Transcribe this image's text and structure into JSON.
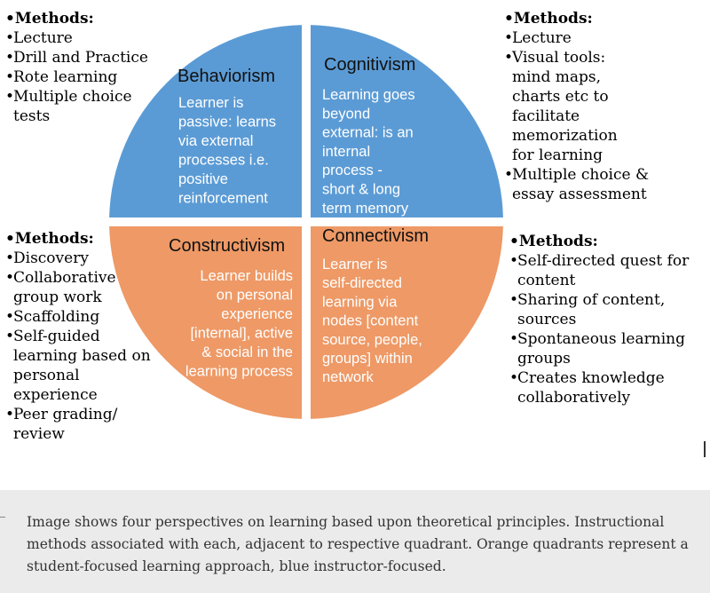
{
  "quadrants": {
    "behaviorism": {
      "title": "Behaviorism",
      "lines": [
        "Learner is",
        "passive: learns",
        "via external",
        "processes i.e.",
        "positive",
        "reinforcement"
      ],
      "color": "#5b9bd5"
    },
    "cognitivism": {
      "title": "Cognitivism",
      "lines": [
        "Learning goes",
        "beyond",
        "external: is an",
        "internal",
        "process -",
        "short & long",
        "term  memory"
      ],
      "color": "#5b9bd5"
    },
    "constructivism": {
      "title": "Constructivism",
      "lines": [
        "Learner builds",
        "on personal",
        "experience",
        "[internal], active",
        "& social in the",
        "learning process"
      ],
      "color": "#ee9966"
    },
    "connectivism": {
      "title": "Connectivism",
      "lines": [
        "Learner is",
        "self-directed",
        "learning via",
        "nodes [content",
        "source, people,",
        "groups] within",
        "network"
      ],
      "color": "#ee9966"
    }
  },
  "methods": {
    "top_left": {
      "heading": "Methods:",
      "items": [
        [
          "Lecture"
        ],
        [
          "Drill and Practice"
        ],
        [
          "Rote learning"
        ],
        [
          "Multiple choice",
          "tests"
        ]
      ]
    },
    "top_right": {
      "heading": "Methods:",
      "items": [
        [
          "Lecture"
        ],
        [
          "Visual tools:",
          "mind maps,",
          "charts etc to",
          "facilitate",
          "memorization",
          "for learning"
        ],
        [
          "Multiple choice &",
          "essay assessment"
        ]
      ]
    },
    "bottom_left": {
      "heading": "Methods:",
      "items": [
        [
          "Discovery"
        ],
        [
          "Collaborative",
          "group work"
        ],
        [
          "Scaffolding"
        ],
        [
          "Self-guided",
          "learning based on",
          "personal",
          "experience"
        ],
        [
          "Peer grading/",
          "review"
        ]
      ]
    },
    "bottom_right": {
      "heading": "Methods:",
      "items": [
        [
          "Self-directed quest for",
          "content"
        ],
        [
          "Sharing of content,",
          "sources"
        ],
        [
          "Spontaneous learning",
          "groups"
        ],
        [
          "Creates knowledge",
          "collaboratively"
        ]
      ]
    }
  },
  "caption": "Image shows four perspectives on learning based upon theoretical principles. Instructional methods associated with each, adjacent to respective quadrant. Orange quadrants represent a student-focused learning approach, blue instructor-focused."
}
